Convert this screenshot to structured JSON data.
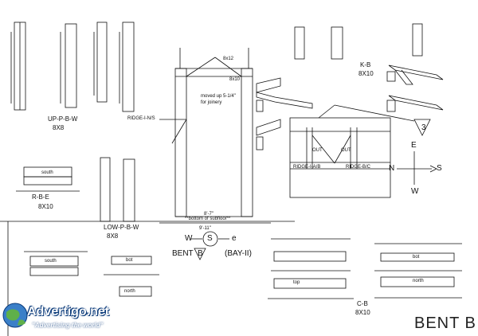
{
  "drawing": {
    "sheet_title": "BENT B",
    "section_marker": "3",
    "bent": {
      "prefix": "BENT",
      "letter": "B",
      "suffix": "(BAY-II)",
      "axis_west": "W",
      "axis_east": "e",
      "axis_center": "S"
    },
    "compass": {
      "north": "N",
      "south": "S",
      "east": "E",
      "west": "W"
    },
    "callouts": {
      "moved_up_1": "moved up 5-1/4\"",
      "moved_up_2": "for joinery",
      "ridge_left": "RIDGE-I-N/S",
      "bottom_subfloor": "**bottom of subfloor**",
      "ridge_detail_1": "RIDGE-I-A/B",
      "ridge_detail_2": "RIDGE-B/C",
      "out_1": "OUT",
      "out_2": "OUT",
      "brace_8x12": "8x12",
      "brace_8x10": "8x10",
      "dim_9_11": "9'-11\"",
      "dim_8_7": "8'-7\""
    },
    "members": [
      {
        "name": "UP-P-B-W",
        "size": "8X8"
      },
      {
        "name": "R-B-E",
        "size": "8X10"
      },
      {
        "name": "LOW-P-B-W",
        "size": "8X8"
      },
      {
        "name": "K-B",
        "size": "8X10"
      },
      {
        "name": "C-B",
        "size": "8X10"
      }
    ],
    "beam_tags": {
      "south_1": "south",
      "south_2": "south",
      "bot_1": "bot",
      "bot_2": "bot",
      "north_1": "north",
      "north_2": "north",
      "top": "top"
    }
  },
  "watermark": {
    "brand": "Advertigo.net",
    "tagline": "\"Advertising the world\""
  }
}
